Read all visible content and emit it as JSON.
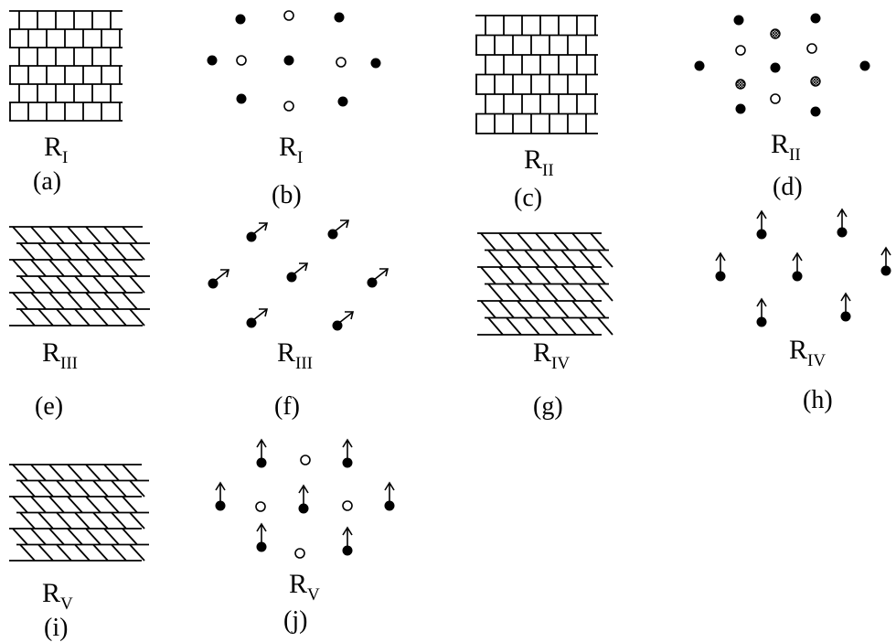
{
  "panels": [
    {
      "id": "a",
      "caption": "(a)",
      "label": "R",
      "sub": "I",
      "kind": "brick"
    },
    {
      "id": "b",
      "caption": "(b)",
      "label": "R",
      "sub": "I",
      "kind": "dots"
    },
    {
      "id": "c",
      "caption": "(c)",
      "label": "R",
      "sub": "II",
      "kind": "brick"
    },
    {
      "id": "d",
      "caption": "(d)",
      "label": "R",
      "sub": "II",
      "kind": "dots"
    },
    {
      "id": "e",
      "caption": "(e)",
      "label": "R",
      "sub": "III",
      "kind": "slant"
    },
    {
      "id": "f",
      "caption": "(f)",
      "label": "R",
      "sub": "III",
      "kind": "arrows"
    },
    {
      "id": "g",
      "caption": "(g)",
      "label": "R",
      "sub": "IV",
      "kind": "slant"
    },
    {
      "id": "h",
      "caption": "(h)",
      "label": "R",
      "sub": "IV",
      "kind": "arrows"
    },
    {
      "id": "i",
      "caption": "(i)",
      "label": "R",
      "sub": "V",
      "kind": "slant"
    },
    {
      "id": "j",
      "caption": "(j)",
      "label": "R",
      "sub": "V",
      "kind": "arrows"
    }
  ]
}
